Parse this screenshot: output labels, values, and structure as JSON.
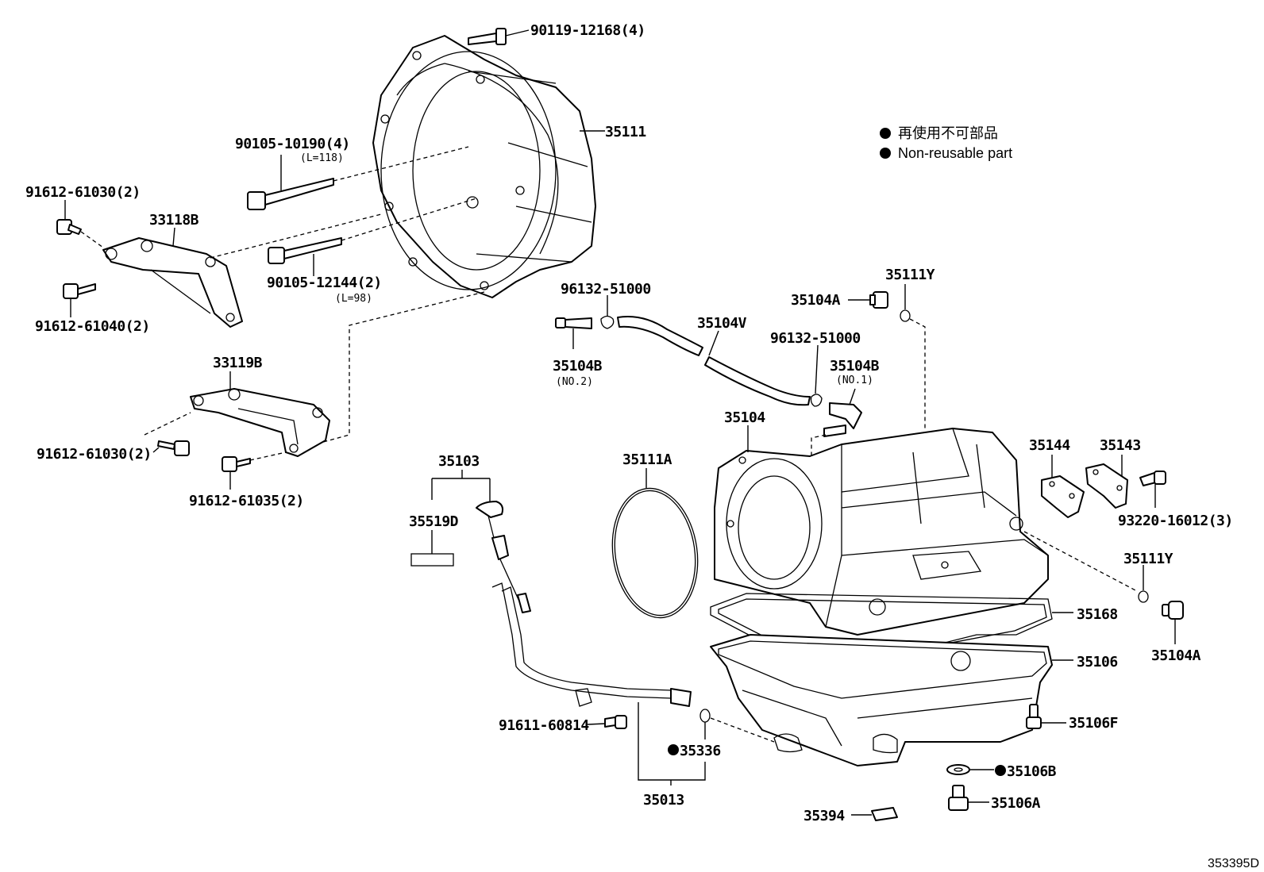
{
  "legend": {
    "jp": "再使用不可部品",
    "en": "Non-reusable part"
  },
  "diagram_id": "353395D",
  "labels": {
    "l_90119_12168": "90119-12168(4)",
    "l_35111": "35111",
    "l_90105_10190": "90105-10190(4)",
    "l_L118": "(L=118)",
    "l_91612_61030a": "91612-61030(2)",
    "l_33118B": "33118B",
    "l_90105_12144": "90105-12144(2)",
    "l_L98": "(L=98)",
    "l_91612_61040": "91612-61040(2)",
    "l_33119B": "33119B",
    "l_91612_61030b": "91612-61030(2)",
    "l_91612_61035": "91612-61035(2)",
    "l_96132_51000a": "96132-51000",
    "l_35104B_no2": "35104B",
    "l_no2": "(NO.2)",
    "l_35104V": "35104V",
    "l_96132_51000b": "96132-51000",
    "l_35104B_no1": "35104B",
    "l_no1": "(NO.1)",
    "l_35104A_top": "35104A",
    "l_35111Y_top": "35111Y",
    "l_35104": "35104",
    "l_35144": "35144",
    "l_35143": "35143",
    "l_93220_16012": "93220-16012(3)",
    "l_35111Y_right": "35111Y",
    "l_35104A_right": "35104A",
    "l_35168": "35168",
    "l_35106": "35106",
    "l_35106F": "35106F",
    "l_35106B": "35106B",
    "l_35106A": "35106A",
    "l_35394": "35394",
    "l_35103": "35103",
    "l_35519D": "35519D",
    "l_35111A": "35111A",
    "l_91611_60814": "91611-60814",
    "l_35336": "35336",
    "l_35013": "35013"
  }
}
